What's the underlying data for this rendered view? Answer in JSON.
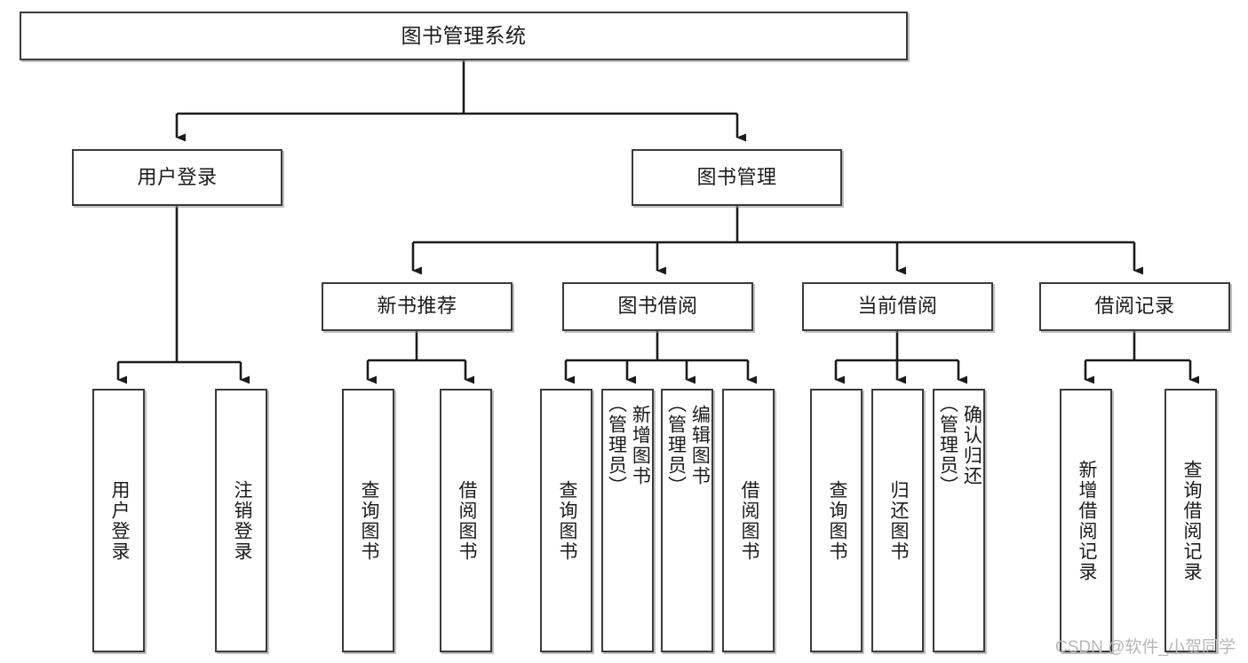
{
  "diagram": {
    "type": "tree-hierarchy",
    "title": "图书管理系统",
    "watermark": "CSDN @软件_小贺同学",
    "colors": {
      "box_border": "#3b3b3b",
      "box_fill": "#ffffff",
      "connector": "#1b1b1b",
      "watermark": "#b8b8b8",
      "shadow": "#8c8c8c"
    },
    "root": {
      "label": "图书管理系统"
    },
    "level1": [
      {
        "label": "用户登录"
      },
      {
        "label": "图书管理"
      }
    ],
    "level2": [
      {
        "label": "新书推荐"
      },
      {
        "label": "图书借阅"
      },
      {
        "label": "当前借阅"
      },
      {
        "label": "借阅记录"
      }
    ],
    "leaves": {
      "user_login": [
        {
          "label": "用户登录"
        },
        {
          "label": "注销登录"
        }
      ],
      "new_book": [
        {
          "label": "查询图书"
        },
        {
          "label": "借阅图书"
        }
      ],
      "book_borrow": [
        {
          "label": "查询图书"
        },
        {
          "label": "新增图书\n（管理员）"
        },
        {
          "label": "编辑图书\n（管理员）"
        },
        {
          "label": "借阅图书"
        }
      ],
      "current_borrow": [
        {
          "label": "查询图书"
        },
        {
          "label": "归还图书"
        },
        {
          "label": "确认归还\n（管理员）"
        }
      ],
      "borrow_record": [
        {
          "label": "新增借阅记录"
        },
        {
          "label": "查询借阅记录"
        }
      ]
    }
  }
}
